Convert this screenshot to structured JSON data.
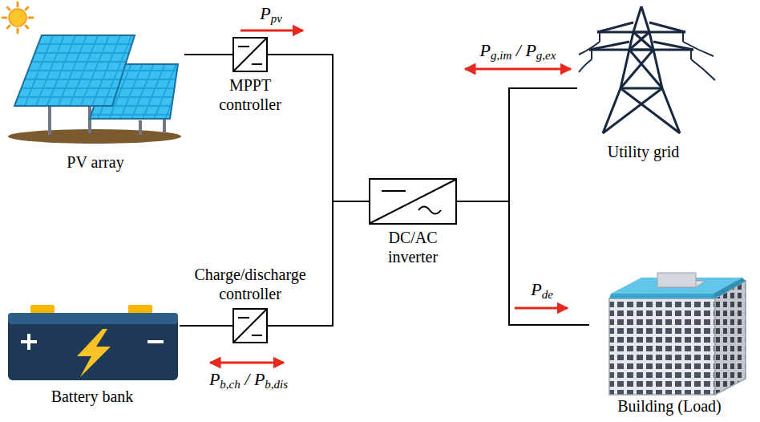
{
  "diagram": {
    "nodes": [
      {
        "text": [
          "PV array"
        ]
      },
      {
        "text": [
          "MPPT controller"
        ]
      },
      {
        "text": [
          "Utility grid"
        ]
      },
      {
        "text": [
          "DC/AC inverter"
        ]
      },
      {
        "text": [
          "Charge/discharge controller"
        ]
      },
      {
        "text": [
          "Battery bank"
        ]
      },
      {
        "text": [
          "Building (Load)"
        ]
      }
    ],
    "edges": [
      {
        "from": 0,
        "to": 1,
        "arrow": "none"
      },
      {
        "from": 1,
        "to": 3,
        "arrow": "none"
      },
      {
        "from": 3,
        "to": 2,
        "arrow": "none"
      },
      {
        "from": 4,
        "to": 3,
        "arrow": "none"
      },
      {
        "from": 5,
        "to": 4,
        "arrow": "none"
      },
      {
        "from": 3,
        "to": 6,
        "arrow": "none"
      }
    ],
    "labels": [
      "Ppv",
      "Pg,im / Pg,ex",
      "Pb,ch / Pb,dis",
      "Pde"
    ]
  }
}
